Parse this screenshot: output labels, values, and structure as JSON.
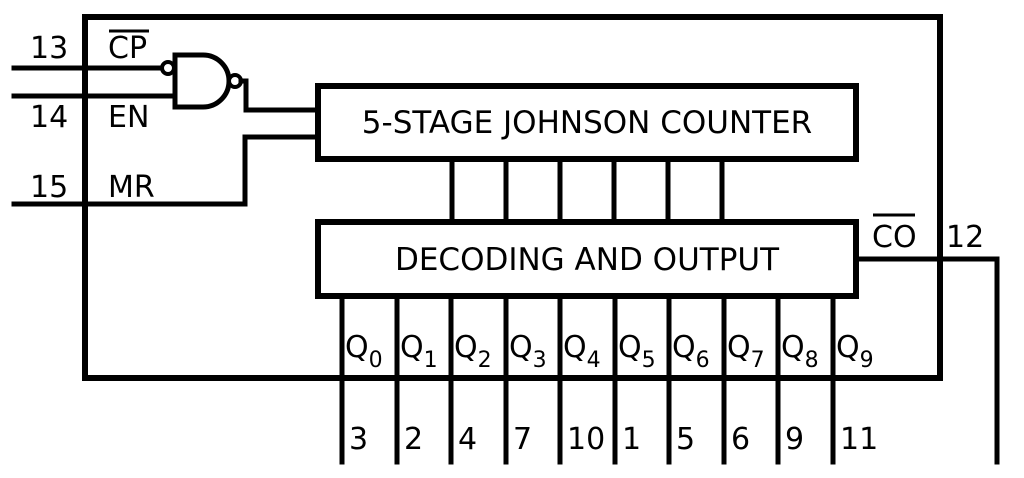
{
  "counter_block": {
    "label": "5-STAGE JOHNSON COUNTER"
  },
  "decoder_block": {
    "label": "DECODING AND OUTPUT"
  },
  "inputs": [
    {
      "signal": "CP",
      "overbar": true,
      "pin": "13"
    },
    {
      "signal": "EN",
      "overbar": false,
      "pin": "14"
    },
    {
      "signal": "MR",
      "overbar": false,
      "pin": "15"
    }
  ],
  "carry_output": {
    "signal": "CO",
    "overbar": true,
    "pin": "12"
  },
  "outputs": [
    {
      "base": "Q",
      "index": "0",
      "pin": "3"
    },
    {
      "base": "Q",
      "index": "1",
      "pin": "2"
    },
    {
      "base": "Q",
      "index": "2",
      "pin": "4"
    },
    {
      "base": "Q",
      "index": "3",
      "pin": "7"
    },
    {
      "base": "Q",
      "index": "4",
      "pin": "10"
    },
    {
      "base": "Q",
      "index": "5",
      "pin": "1"
    },
    {
      "base": "Q",
      "index": "6",
      "pin": "5"
    },
    {
      "base": "Q",
      "index": "7",
      "pin": "6"
    },
    {
      "base": "Q",
      "index": "8",
      "pin": "9"
    },
    {
      "base": "Q",
      "index": "9",
      "pin": "11"
    }
  ]
}
